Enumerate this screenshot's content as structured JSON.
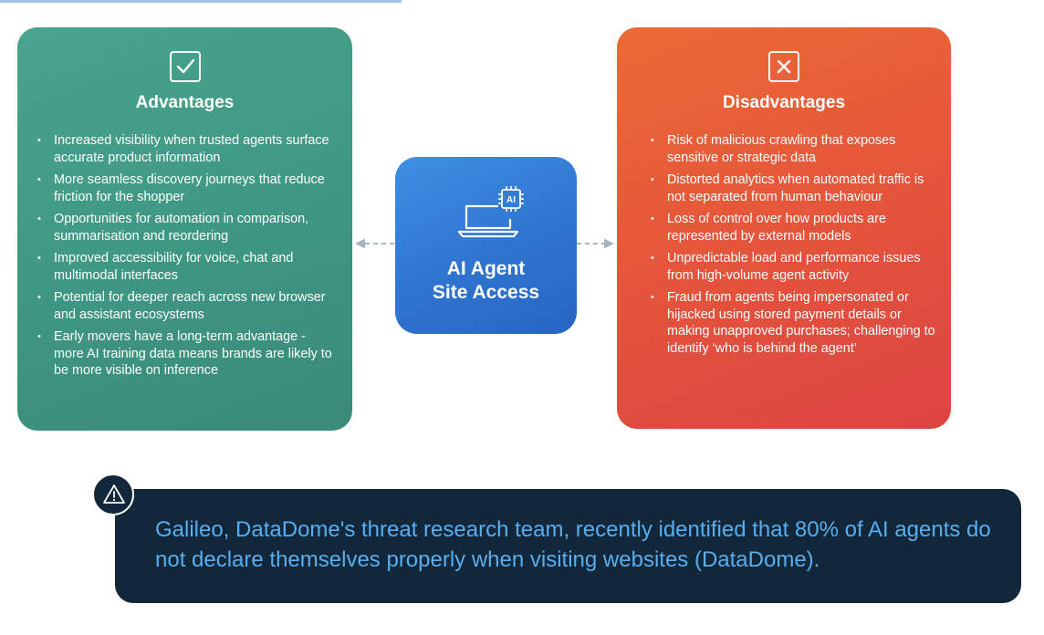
{
  "advantages": {
    "title": "Advantages",
    "icon": "checkbox-icon",
    "items": [
      "Increased visibility when trusted agents surface accurate product information",
      "More seamless discovery journeys that reduce friction for the shopper",
      "Opportunities for automation in comparison, summarisation and reordering",
      "Improved accessibility for voice, chat and multimodal interfaces",
      "Potential for deeper reach across new browser and assistant ecosystems",
      "Early movers have a long-term advantage - more AI training data means brands are likely to be more  visible on inference"
    ]
  },
  "disadvantages": {
    "title": "Disadvantages",
    "icon": "x-box-icon",
    "items": [
      "Risk of malicious crawling that exposes sensitive or strategic data",
      "Distorted analytics when automated traffic is not separated from human behaviour",
      "Loss of control over how products are represented by external models",
      "Unpredictable load and performance issues from high-volume agent activity",
      "Fraud from agents being impersonated or hijacked using stored payment details or making unapproved purchases; challenging to identify ‘who is behind the agent’"
    ]
  },
  "center": {
    "title_line1": "AI Agent",
    "title_line2": "Site Access",
    "chip_label": "AI",
    "icon": "laptop-ai-chip-icon"
  },
  "callout": {
    "icon": "warning-triangle-icon",
    "text": "Galileo, DataDome's threat research team, recently identified that 80% of AI agents do not declare themselves properly when visiting websites (DataDome)."
  },
  "colors": {
    "advantages": "#43a08a",
    "disadvantages": "#e4533c",
    "center": "#3380d8",
    "callout_bg": "#13273a",
    "callout_text": "#56aef0",
    "arrow": "#a7b4c2"
  }
}
